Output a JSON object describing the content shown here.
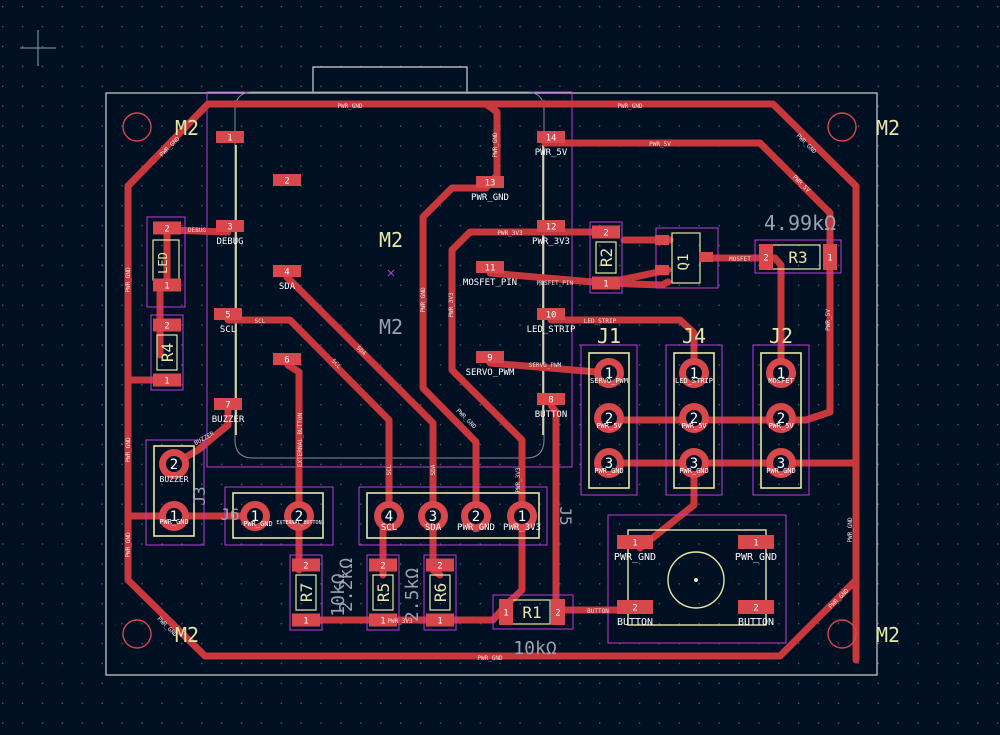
{
  "colors": {
    "background": "#001023",
    "grid_dot": "#4b5d70",
    "copper": "#c8373b",
    "pad": "#d8474b",
    "silk": "#e8e5a6",
    "courtyard": "#c23ad6",
    "fab": "#8a8a96",
    "edge": "#cfd3d6",
    "ref_gray": "#9aa3ad"
  },
  "mounting_holes": {
    "label": "M2"
  },
  "center_labels": {
    "top": "M2",
    "bottom": "M2"
  },
  "nets": {
    "pwr_gnd": "PWR_GND",
    "pwr_5v": "PWR_5V",
    "pwr_3v3": "PWR_3V3",
    "debug": "DEBUG",
    "sda": "SDA",
    "scl": "SCL",
    "buzzer": "BUZZER",
    "button": "BUTTON",
    "servo_pwm": "SERVO_PWM",
    "mosfet": "MOSFET",
    "mosfet_pin": "MOSFET_PIN",
    "led_strip": "LED_STRIP",
    "ext_button": "EXTERNAL_BUTTON"
  },
  "module_pins": [
    {
      "num": "1",
      "net": ""
    },
    {
      "num": "2",
      "net": ""
    },
    {
      "num": "3",
      "net": "DEBUG"
    },
    {
      "num": "4",
      "net": "SDA"
    },
    {
      "num": "5",
      "net": "SCL"
    },
    {
      "num": "6",
      "net": ""
    },
    {
      "num": "7",
      "net": "BUZZER"
    },
    {
      "num": "8",
      "net": "BUTTON"
    },
    {
      "num": "9",
      "net": "SERVO_PWM"
    },
    {
      "num": "10",
      "net": "LED_STRIP"
    },
    {
      "num": "11",
      "net": "MOSFET_PIN"
    },
    {
      "num": "12",
      "net": "PWR_3V3"
    },
    {
      "num": "13",
      "net": "PWR_GND"
    },
    {
      "num": "14",
      "net": "PWR_5V"
    }
  ],
  "headers": {
    "j1": {
      "ref": "J1",
      "pins": [
        {
          "num": "1",
          "net": "SERVO_PWM"
        },
        {
          "num": "2",
          "net": "PWR_5V"
        },
        {
          "num": "3",
          "net": "PWR_GND"
        }
      ]
    },
    "j4": {
      "ref": "J4",
      "pins": [
        {
          "num": "1",
          "net": "LED_STRIP"
        },
        {
          "num": "2",
          "net": "PWR_5V"
        },
        {
          "num": "3",
          "net": "PWR_GND"
        }
      ]
    },
    "j2": {
      "ref": "J2",
      "pins": [
        {
          "num": "1",
          "net": "MOSFET"
        },
        {
          "num": "2",
          "net": "PWR_5V"
        },
        {
          "num": "3",
          "net": "PWR_GND"
        }
      ]
    },
    "j3": {
      "ref": "J3",
      "pins": [
        {
          "num": "1",
          "net": "PWR_GND"
        },
        {
          "num": "2",
          "net": "BUZZER"
        }
      ]
    },
    "j6": {
      "ref": "J6",
      "pins": [
        {
          "num": "1",
          "net": "PWR_GND"
        },
        {
          "num": "2",
          "net": "EXTERNAL_BUTTON"
        }
      ]
    },
    "j5": {
      "ref": "J5",
      "pins": [
        {
          "num": "4",
          "net": "SCL"
        },
        {
          "num": "3",
          "net": "SDA"
        },
        {
          "num": "2",
          "net": "PWR_GND"
        },
        {
          "num": "1",
          "net": "PWR_3V3"
        }
      ]
    }
  },
  "resistors": {
    "r1": {
      "ref": "R1",
      "value": "10kΩ"
    },
    "r2": {
      "ref": "R2",
      "value": ""
    },
    "r3": {
      "ref": "R3",
      "value": "4.99kΩ"
    },
    "r4": {
      "ref": "R4",
      "value": ""
    },
    "r5": {
      "ref": "R5",
      "value": "2.2kΩ"
    },
    "r6": {
      "ref": "R6",
      "value": "2.5kΩ"
    },
    "r7": {
      "ref": "R7",
      "value": "10kΩ"
    }
  },
  "q1": {
    "ref": "Q1"
  },
  "led": {
    "ref": "LED"
  },
  "button_footprint": {
    "pads": [
      {
        "num": "1",
        "net": "PWR_GND"
      },
      {
        "num": "1",
        "net": "PWR_GND"
      },
      {
        "num": "2",
        "net": "BUTTON"
      },
      {
        "num": "2",
        "net": "BUTTON"
      }
    ]
  }
}
